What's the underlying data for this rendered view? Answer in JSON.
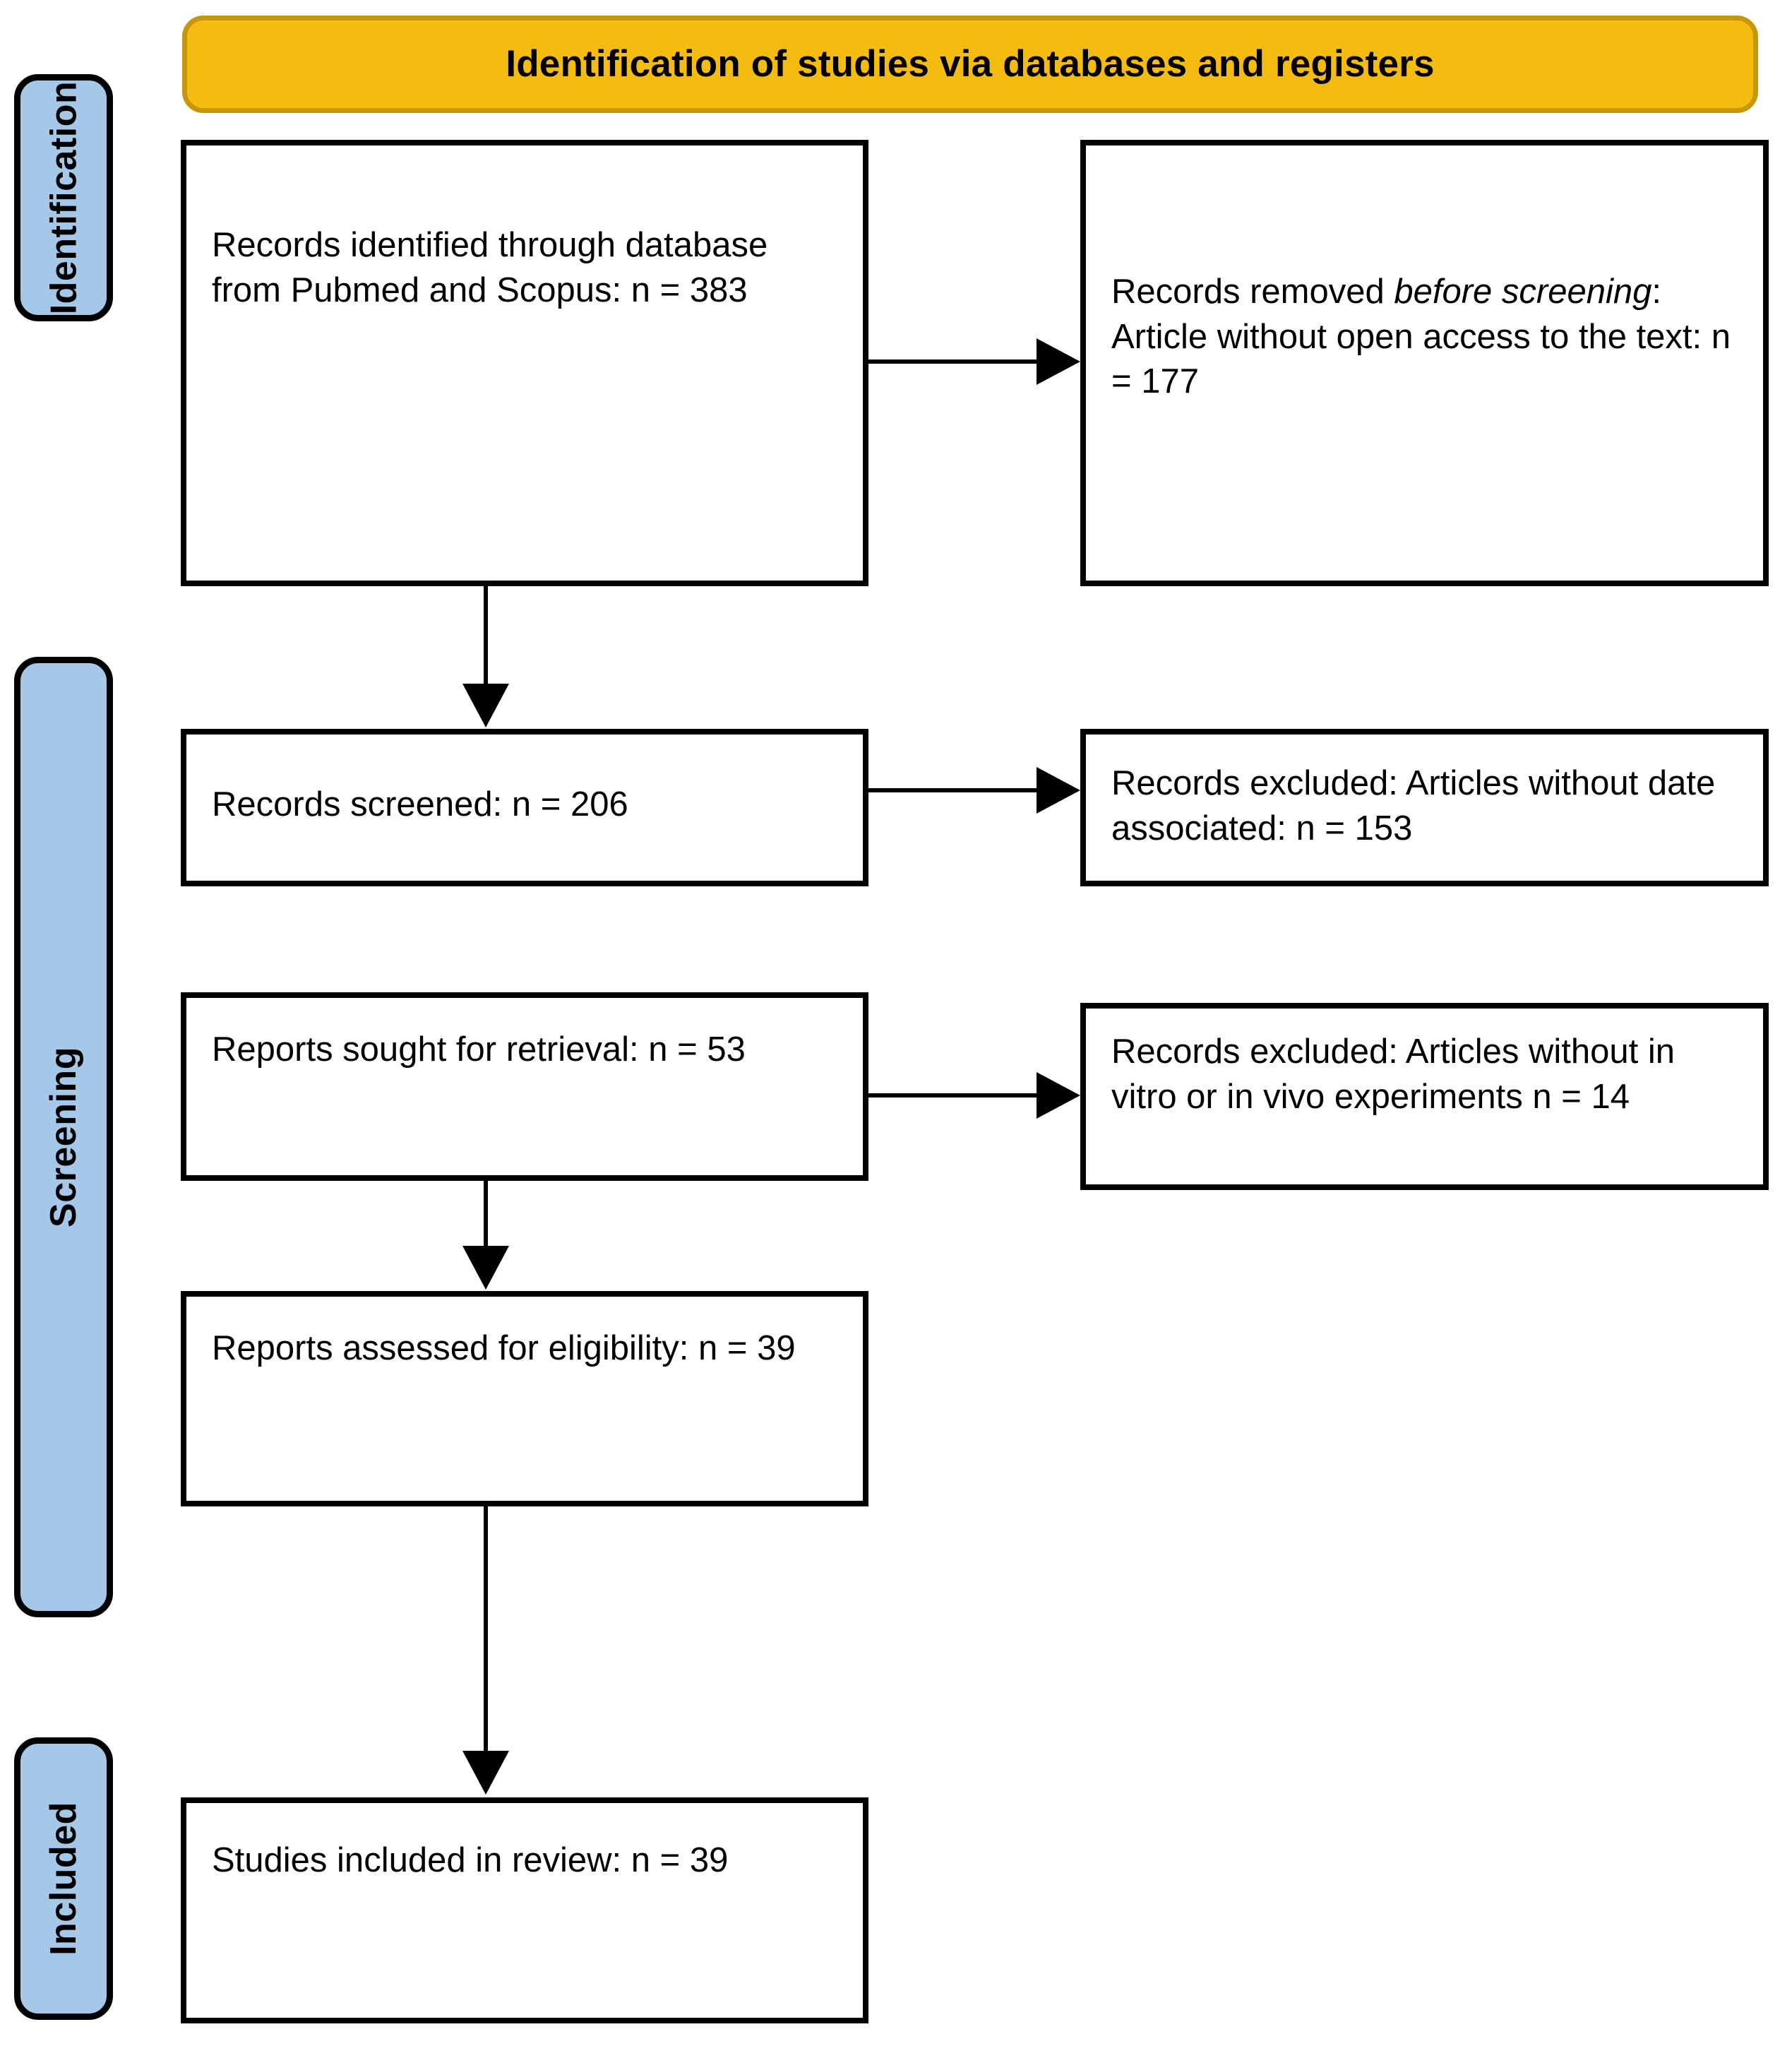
{
  "diagram": {
    "type": "prisma-flow-diagram",
    "header": {
      "title": "Identification of studies via databases and registers",
      "fill_color": "#F5BC10",
      "border_color": "#C8960A"
    },
    "stage_color": "#A5C8E8",
    "stages": [
      {
        "id": "identification",
        "label": "Identification"
      },
      {
        "id": "screening",
        "label": "Screening"
      },
      {
        "id": "included",
        "label": "Included"
      }
    ],
    "boxes": {
      "identified": {
        "id": "records-identified",
        "text": "Records identified through database from Pubmed and Scopus: n = 383",
        "count": 383
      },
      "removed_before_screening": {
        "id": "records-removed-before-screening",
        "text_before_italic": "Records removed ",
        "text_italic": "before screening",
        "text_after_italic": ": Article without open access to the text: n = 177",
        "count": 177
      },
      "screened": {
        "id": "records-screened",
        "text": "Records screened: n = 206",
        "count": 206
      },
      "excluded_no_date": {
        "id": "records-excluded-no-date",
        "text": "Records excluded: Articles without date associated: n = 153",
        "count": 153
      },
      "sought_retrieval": {
        "id": "reports-sought-for-retrieval",
        "text": "Reports sought for retrieval: n = 53",
        "count": 53
      },
      "excluded_no_experiments": {
        "id": "records-excluded-no-experiments",
        "text": "Records excluded: Articles without in vitro or in vivo experiments n = 14",
        "count": 14
      },
      "assessed_eligibility": {
        "id": "reports-assessed-for-eligibility",
        "text": "Reports assessed for eligibility: n = 39",
        "count": 39
      },
      "included_in_review": {
        "id": "studies-included-in-review",
        "text": "Studies included in review: n = 39",
        "count": 39
      }
    }
  }
}
